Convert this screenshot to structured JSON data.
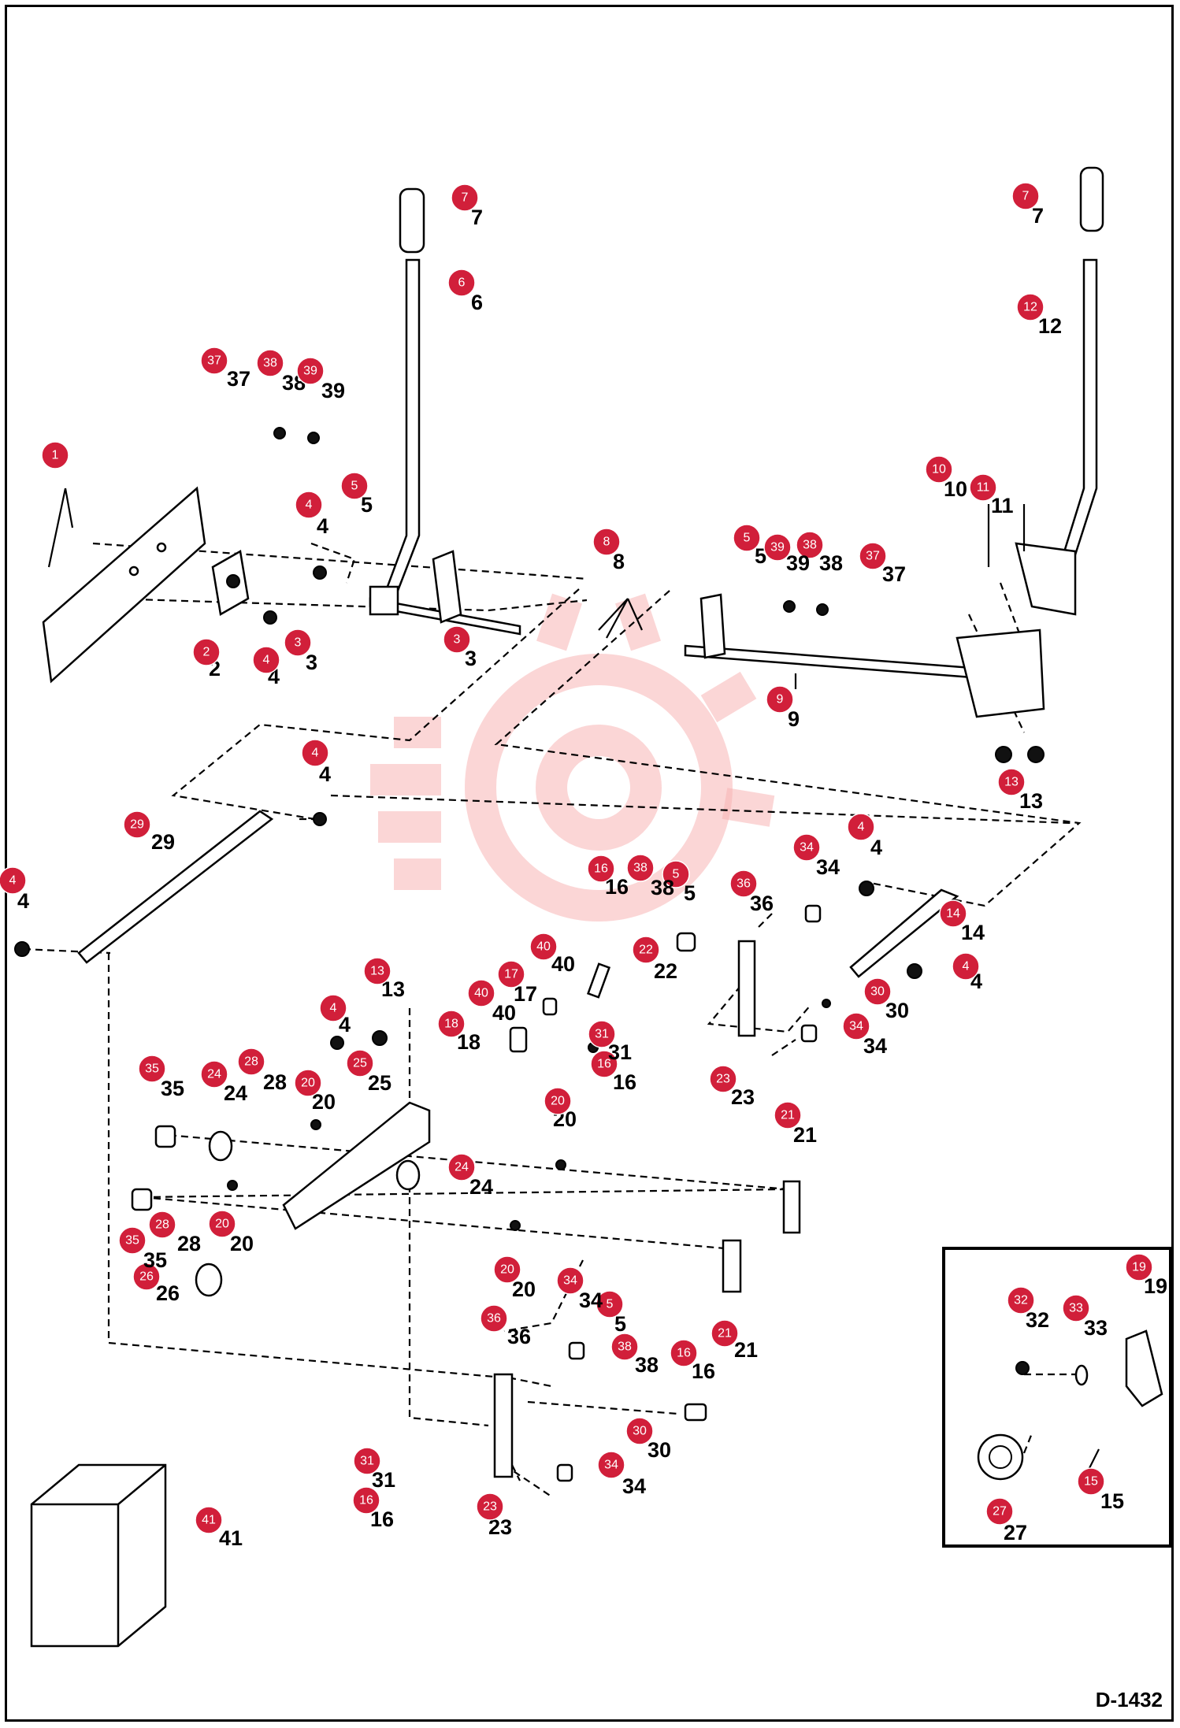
{
  "drawing_code": "D-1432",
  "parts": [
    {
      "n": "1",
      "label": "1"
    },
    {
      "n": "2",
      "label": "2"
    },
    {
      "n": "3",
      "label": "3"
    },
    {
      "n": "4",
      "label": "4"
    },
    {
      "n": "5",
      "label": "5"
    },
    {
      "n": "6",
      "label": "6"
    },
    {
      "n": "7",
      "label": "7"
    },
    {
      "n": "8",
      "label": "8"
    },
    {
      "n": "9",
      "label": "9"
    },
    {
      "n": "10",
      "label": "10"
    },
    {
      "n": "11",
      "label": "11"
    },
    {
      "n": "12",
      "label": "12"
    },
    {
      "n": "13",
      "label": "13"
    },
    {
      "n": "14",
      "label": "14"
    },
    {
      "n": "15",
      "label": "15"
    },
    {
      "n": "16",
      "label": "16"
    },
    {
      "n": "17",
      "label": "17"
    },
    {
      "n": "18",
      "label": "18"
    },
    {
      "n": "19",
      "label": "19"
    },
    {
      "n": "20",
      "label": "20"
    },
    {
      "n": "21",
      "label": "21"
    },
    {
      "n": "22",
      "label": "22"
    },
    {
      "n": "23",
      "label": "23"
    },
    {
      "n": "24",
      "label": "24"
    },
    {
      "n": "25",
      "label": "25"
    },
    {
      "n": "26",
      "label": "26"
    },
    {
      "n": "27",
      "label": "27"
    },
    {
      "n": "28",
      "label": "28"
    },
    {
      "n": "29",
      "label": "29"
    },
    {
      "n": "30",
      "label": "30"
    },
    {
      "n": "31",
      "label": "31"
    },
    {
      "n": "32",
      "label": "32"
    },
    {
      "n": "33",
      "label": "33"
    },
    {
      "n": "34",
      "label": "34"
    },
    {
      "n": "35",
      "label": "35"
    },
    {
      "n": "36",
      "label": "36"
    },
    {
      "n": "37",
      "label": "37"
    },
    {
      "n": "38",
      "label": "38"
    },
    {
      "n": "39",
      "label": "39"
    },
    {
      "n": "40",
      "label": "40"
    },
    {
      "n": "41",
      "label": "41"
    }
  ],
  "badge_color": "#d11f3a",
  "watermark_color": "#f8b4b4"
}
